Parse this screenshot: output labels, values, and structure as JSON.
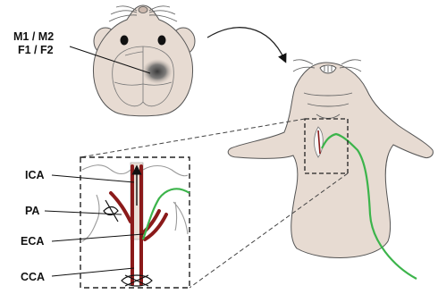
{
  "labels": {
    "cortex_line1": "M1 / M2",
    "cortex_line2": "F1 / F2",
    "ica": "ICA",
    "pa": "PA",
    "eca": "ECA",
    "cca": "CCA"
  },
  "colors": {
    "skin": "#e7dbd2",
    "artery": "#8b1a1a",
    "catheter": "#3cb44b",
    "cortex_spot": "#555555"
  }
}
